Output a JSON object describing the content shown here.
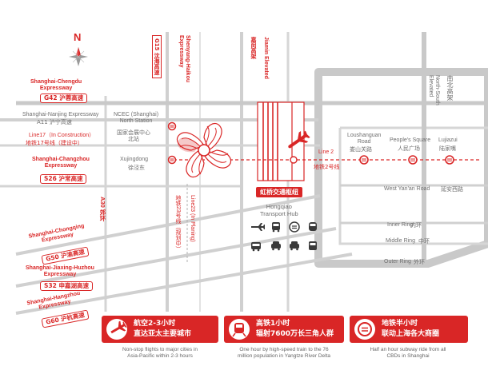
{
  "compass": {
    "letter": "N"
  },
  "roads": {
    "shanghai_chengdu": {
      "en": "Shanghai-Chengdu\nExpressway",
      "badge": "G42 沪蓉高速"
    },
    "shanghai_nanjing": {
      "en": "Shanghai-Nanjing Expressway",
      "cn": "A11 沪宁高速"
    },
    "line17": {
      "en": "Line17（In Construction）",
      "cn": "地铁17号线（建设中）"
    },
    "shanghai_changzhou": {
      "en": "Shanghai-Changzhou\nExpressway",
      "badge": "S26 沪常高速"
    },
    "a30": {
      "label": "A30 郊环"
    },
    "shanghai_chongqing": {
      "en": "Shanghai-Chongqing\nExpressway",
      "badge": "G50 沪渝高速"
    },
    "shanghai_jiaxing_huzhou": {
      "en": "Shanghai-Jiaxing-Huzhou\nExpressway",
      "badge": "S32 申嘉湖高速"
    },
    "shanghai_hangzhou": {
      "en": "Shanghai-Hangzhou\nExpressway",
      "badge": "G60 沪杭高速"
    },
    "g15": {
      "label": "G15 沈海高速"
    },
    "shenyang_haikou": {
      "en": "Shenyang-Haikou\nExpressway"
    },
    "jiamin": {
      "en": "Jiamin Elevated",
      "cn": "嘉闵高架"
    },
    "north_south": {
      "en": "North-South\nElevated",
      "cn": "南北高架"
    },
    "line2": {
      "en": "Line 2",
      "cn": "地铁2号线"
    },
    "line23": {
      "en": "Line23 (In Planing)",
      "cn": "地铁23号线（规划中）"
    },
    "west_yanan": {
      "en": "West Yan'an Road",
      "cn": "延安西路"
    },
    "inner_ring": {
      "en": "Inner Ring",
      "cn": "内环"
    },
    "middle_ring": {
      "en": "Middle Ring",
      "cn": "中环"
    },
    "outer_ring": {
      "en": "Outer Ring",
      "cn": "外环"
    }
  },
  "places": {
    "necc": {
      "en": "NCEC (Shanghai)\nNorth Station",
      "cn": "国家会展中心\n北站"
    },
    "xujingdong": {
      "en": "Xujingdong",
      "cn": "徐泾东"
    },
    "loushanguan": {
      "en": "Loushanguan\nRoad",
      "cn": "娄山关路"
    },
    "peoples_square": {
      "en": "People's Square",
      "cn": "人民广场"
    },
    "lujiazui": {
      "en": "Lujiazui",
      "cn": "陆家嘴"
    },
    "hub": {
      "cn": "虹桥交通枢纽",
      "en": "Hongqiao\nTransport Hub"
    }
  },
  "features": [
    {
      "line1": "航空2-3小时",
      "line2": "直达亚太主要城市",
      "caption": "Non-stop flights to major cities in\nAsia-Pacific within 2-3 hours",
      "icon": "airplane-icon"
    },
    {
      "line1": "高铁1小时",
      "line2": "辐射7600万长三角人群",
      "caption": "One hour by high-speed train to the 76\nmillion population in Yangtze River Delta",
      "icon": "train-icon"
    },
    {
      "line1": "地铁半小时",
      "line2": "联动上海各大商圈",
      "caption": "Half an hour subway ride from all\nCBDs in Shanghai",
      "icon": "metro-icon"
    }
  ],
  "colors": {
    "accent": "#d92626",
    "road": "#c9c9c9",
    "text_gray": "#6f6f6f"
  }
}
